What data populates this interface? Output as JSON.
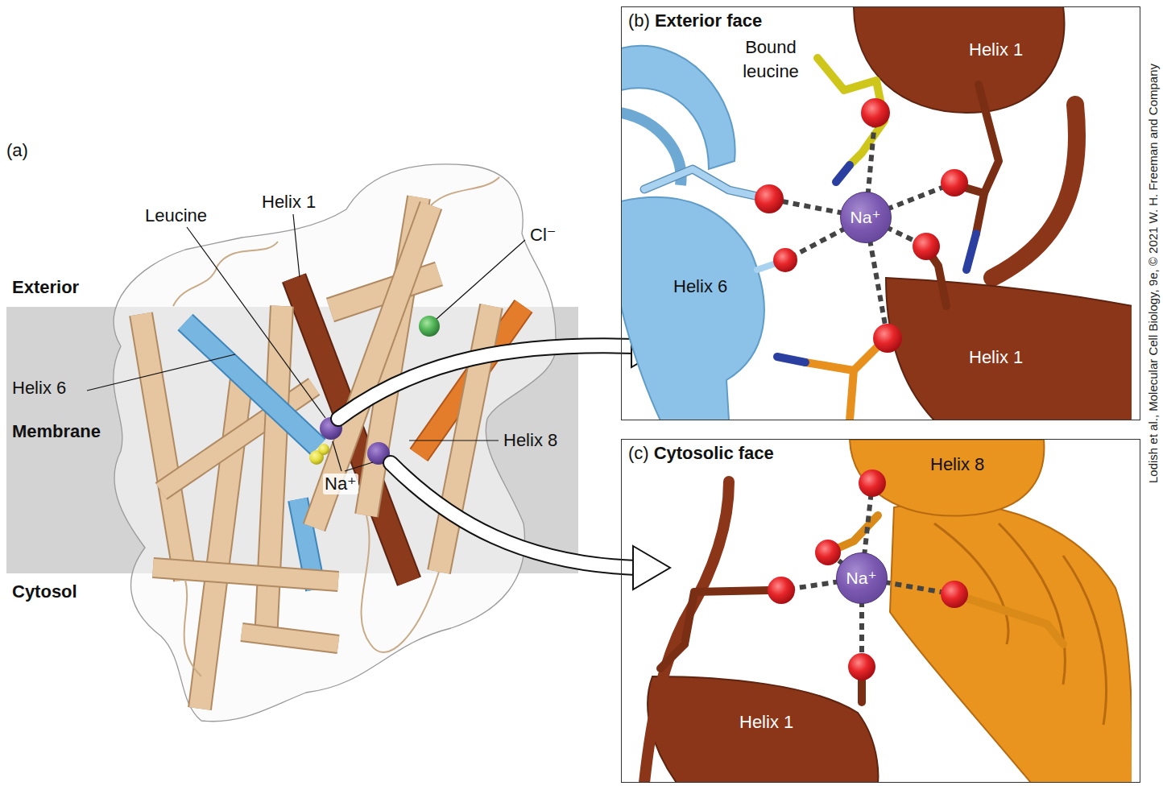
{
  "diagram": {
    "nodes": [
      {
        "text": [
          "(b)",
          "Exterior face"
        ]
      },
      {
        "text": [
          "Na⁺"
        ],
        "in": 0
      },
      {
        "text": [
          "(c)",
          "Cytosolic face"
        ]
      },
      {
        "text": [
          "Na⁺"
        ],
        "in": 2
      }
    ],
    "labels": [
      "(a)",
      "Leucine",
      "Helix 1",
      "Cl⁻",
      "Exterior",
      "Helix 6",
      "Membrane",
      "Helix 8",
      "Na⁺",
      "Cytosol",
      "Bound leucine",
      "Helix 1",
      "Helix 6",
      "Helix 1",
      "Helix 8",
      "Helix 1",
      "Lodish et al., Molecular Cell Biology, 9e, © 2021 W. H. Freeman and Company"
    ]
  }
}
